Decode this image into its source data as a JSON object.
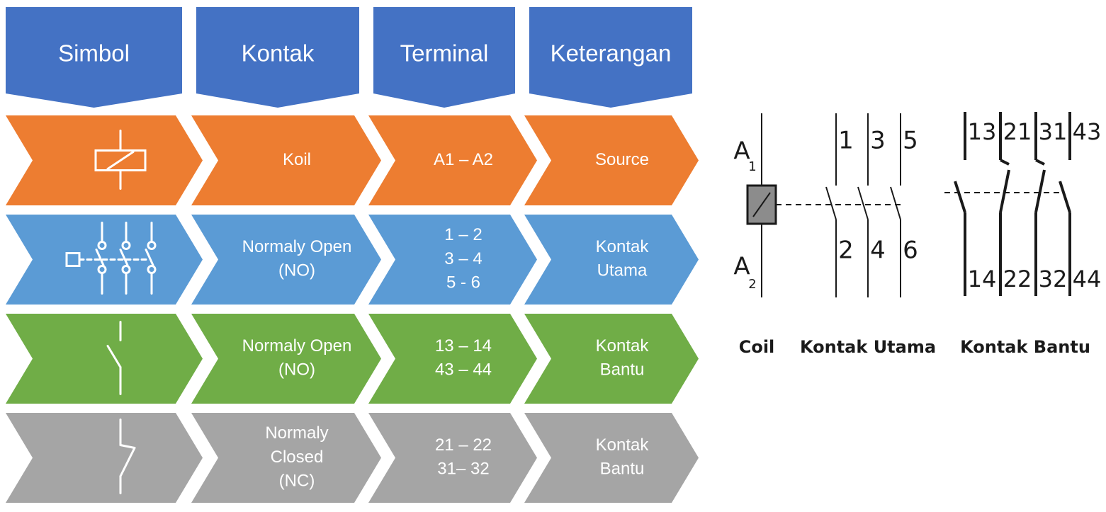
{
  "headers": [
    "Simbol",
    "Kontak",
    "Terminal",
    "Keterangan"
  ],
  "rows": [
    {
      "kind": "coil",
      "kontak": [
        "Koil"
      ],
      "terminal": [
        "A1 – A2"
      ],
      "keterangan": [
        "Source"
      ]
    },
    {
      "kind": "main",
      "kontak": [
        "Normaly Open",
        "(NO)"
      ],
      "terminal": [
        "1 – 2",
        "3 – 4",
        "5 - 6"
      ],
      "keterangan": [
        "Kontak",
        "Utama"
      ]
    },
    {
      "kind": "no",
      "kontak": [
        "Normaly Open",
        "(NO)"
      ],
      "terminal": [
        "13 – 14",
        "43 – 44"
      ],
      "keterangan": [
        "Kontak",
        "Bantu"
      ]
    },
    {
      "kind": "nc",
      "kontak": [
        "Normaly",
        "Closed",
        "(NC)"
      ],
      "terminal": [
        "21 – 22",
        "31– 32"
      ],
      "keterangan": [
        "Kontak",
        "Bantu"
      ]
    }
  ],
  "colors": {
    "header": "#4472C4",
    "rows": [
      "#ED7D31",
      "#5B9BD5",
      "#70AD47",
      "#A5A5A5"
    ],
    "text": "#FFFFFF",
    "ink": "#1A1A1A"
  },
  "contactor_diagram": {
    "coil": {
      "top_label": "A",
      "top_sub": "1",
      "bottom_label": "A",
      "bottom_sub": "2"
    },
    "main_top": [
      "1",
      "3",
      "5"
    ],
    "main_bottom": [
      "2",
      "4",
      "6"
    ],
    "aux_top": [
      "13",
      "21",
      "31",
      "43"
    ],
    "aux_bottom": [
      "14",
      "22",
      "32",
      "44"
    ],
    "captions": [
      "Coil",
      "Kontak Utama",
      "Kontak Bantu"
    ]
  }
}
